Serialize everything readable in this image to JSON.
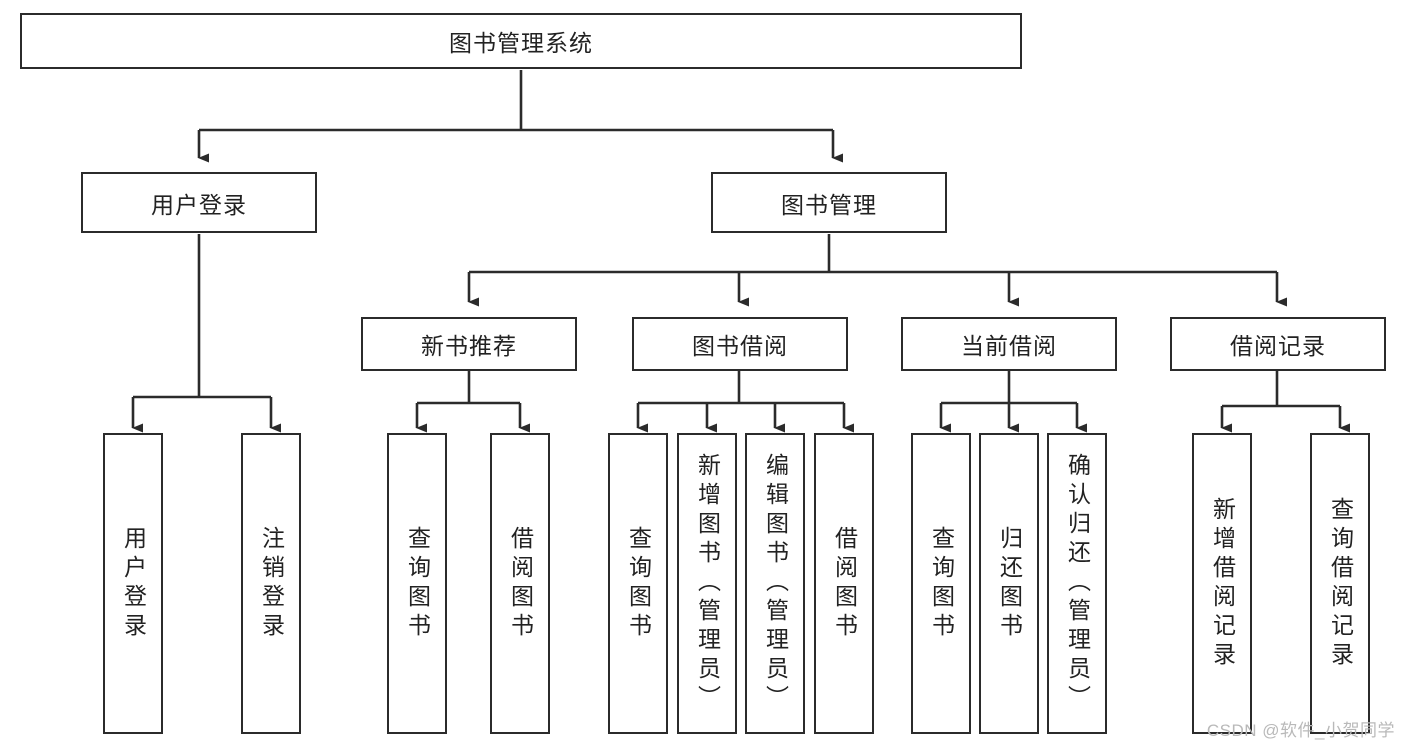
{
  "diagram": {
    "title_node": {
      "label": "图书管理系统"
    },
    "level2": [
      {
        "id": "user-login",
        "label": "用户登录"
      },
      {
        "id": "book-management",
        "label": "图书管理"
      }
    ],
    "level3": [
      {
        "id": "new-book-recommend",
        "label": "新书推荐"
      },
      {
        "id": "book-borrow",
        "label": "图书借阅"
      },
      {
        "id": "current-borrow",
        "label": "当前借阅"
      },
      {
        "id": "borrow-record",
        "label": "借阅记录"
      }
    ],
    "leaves": {
      "user_login": [
        {
          "id": "leaf-user-login",
          "label": "用户登录"
        },
        {
          "id": "leaf-logout-login",
          "label": "注销登录"
        }
      ],
      "new_book_recommend": [
        {
          "id": "leaf-query-book-1",
          "label": "查询图书"
        },
        {
          "id": "leaf-borrow-book-1",
          "label": "借阅图书"
        }
      ],
      "book_borrow": [
        {
          "id": "leaf-query-book-2",
          "label": "查询图书"
        },
        {
          "id": "leaf-add-book",
          "label": "新增图书（管理员）"
        },
        {
          "id": "leaf-edit-book",
          "label": "编辑图书（管理员）"
        },
        {
          "id": "leaf-borrow-book-2",
          "label": "借阅图书"
        }
      ],
      "current_borrow": [
        {
          "id": "leaf-query-book-3",
          "label": "查询图书"
        },
        {
          "id": "leaf-return-book",
          "label": "归还图书"
        },
        {
          "id": "leaf-confirm-return",
          "label": "确认归还（管理员）"
        }
      ],
      "borrow_record": [
        {
          "id": "leaf-add-record",
          "label": "新增借阅记录"
        },
        {
          "id": "leaf-query-record",
          "label": "查询借阅记录"
        }
      ]
    }
  },
  "watermark": {
    "text": "CSDN @软件_小贺同学"
  },
  "colors": {
    "stroke": "#2b2b2b",
    "background": "#ffffff",
    "text": "#222222",
    "watermark": "#b9b9b9"
  }
}
